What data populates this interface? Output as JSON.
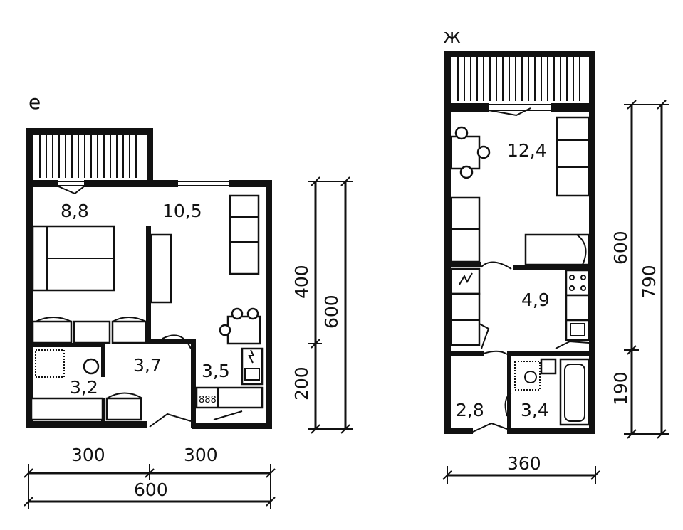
{
  "plans": [
    {
      "label": "е",
      "rooms": {
        "bedroom": "8,8",
        "living": "10,5",
        "hall": "3,7",
        "kitchen": "3,5",
        "bath": "3,2"
      },
      "dims": {
        "bottom_left": "300",
        "bottom_right": "300",
        "bottom_total": "600",
        "side_upper": "400",
        "side_lower": "200",
        "side_total": "600"
      }
    },
    {
      "label": "ж",
      "rooms": {
        "living": "12,4",
        "kitchen": "4,9",
        "hall": "2,8",
        "bath": "3,4"
      },
      "dims": {
        "bottom_total": "360",
        "side_upper": "600",
        "side_lower": "190",
        "side_total": "790"
      }
    }
  ]
}
